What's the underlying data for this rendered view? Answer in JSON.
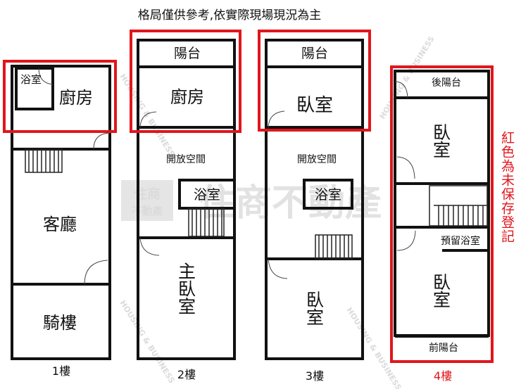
{
  "header": {
    "note": "格局僅供參考,依實際現場現況為主"
  },
  "legend": {
    "red_note": "紅色為未保存登記"
  },
  "colors": {
    "highlight": "#e0161c",
    "wall": "#111111",
    "watermark": "#bdbdbd"
  },
  "watermark": {
    "logo_top": "住商",
    "logo_bottom": "不動產",
    "wordmark": "住商不動產",
    "diagonal": "HOUSING & BUSINESS"
  },
  "floors": [
    {
      "label": "1樓",
      "rooms": {
        "bath": "浴室",
        "kitchen": "廚房",
        "living": "客廳",
        "arcade": "騎樓"
      }
    },
    {
      "label": "2樓",
      "rooms": {
        "balcony": "陽台",
        "kitchen": "廚房",
        "open_space": "開放空間",
        "bath": "浴室",
        "master_bedroom": "主臥室"
      }
    },
    {
      "label": "3樓",
      "rooms": {
        "balcony": "陽台",
        "bedroom_back": "臥室",
        "open_space": "開放空間",
        "bath": "浴室",
        "bedroom_front": "臥室"
      }
    },
    {
      "label": "4樓",
      "rooms": {
        "rear_balcony": "後陽台",
        "bedroom_back": "臥室",
        "reserved_bath": "預留浴室",
        "bedroom_front": "臥室",
        "front_balcony": "前陽台"
      }
    }
  ]
}
